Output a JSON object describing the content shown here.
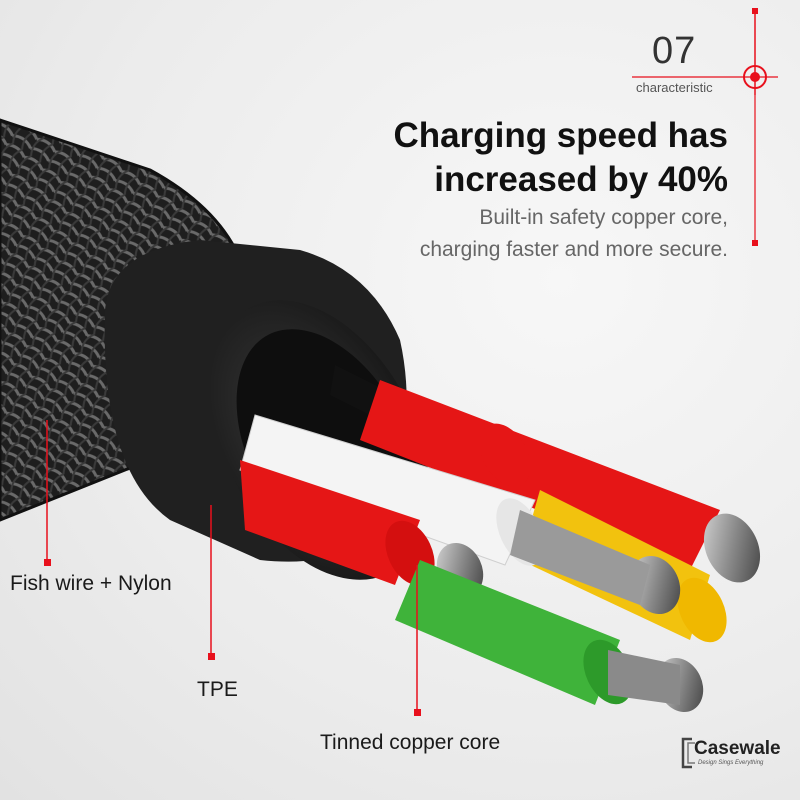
{
  "section": {
    "number": "07",
    "label": "characteristic"
  },
  "headline": {
    "line1": "Charging speed has",
    "line2": "increased by 40%"
  },
  "subline": {
    "line1": "Built-in safety copper core,",
    "line2": "charging faster and more secure."
  },
  "callouts": {
    "outer": "Fish wire + Nylon",
    "middle": "TPE",
    "core": "Tinned copper core"
  },
  "logo": {
    "name": "Casewale",
    "tagline": "Design Sings Everything"
  },
  "colors": {
    "accent": "#e8101c",
    "wire_red": "#e51616",
    "wire_white": "#f4f4f4",
    "wire_yellow": "#f2c20e",
    "wire_green": "#3fb33a",
    "jacket": "#262626"
  }
}
